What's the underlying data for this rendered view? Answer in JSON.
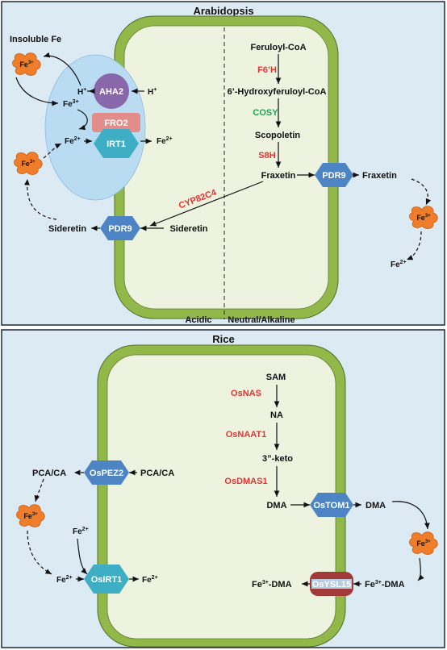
{
  "panel_top": {
    "title": "Arabidopsis",
    "insoluble_fe": "Insoluble Fe",
    "h_plus": "H",
    "fe3": "Fe",
    "fe2": "Fe",
    "sup_plus": "+",
    "sup_3plus": "3+",
    "sup_2plus": "2+",
    "proteins": {
      "aha2": "AHA2",
      "fro2": "FRO2",
      "irt1": "IRT1",
      "pdr9": "PDR9"
    },
    "pathway": {
      "feruloyl_coa": "Feruloyl-CoA",
      "f6h": "F6’H",
      "hydroxyferuloyl_coa": "6’-Hydroxyferuloyl-CoA",
      "cosy": "COSY",
      "scopoletin": "Scopoletin",
      "s8h": "S8H",
      "fraxetin": "Fraxetin",
      "cyp82c4": "CYP82C4",
      "sideretin": "Sideretin"
    },
    "zones": {
      "acidic": "Acidic",
      "neutral": "Neutral/Alkaline"
    }
  },
  "panel_bottom": {
    "title": "Rice",
    "pathway": {
      "sam": "SAM",
      "osnas": "OsNAS",
      "na": "NA",
      "osnaat1": "OsNAAT1",
      "keto": "3”-keto",
      "osdmas1": "OsDMAS1",
      "dma": "DMA",
      "fe3_dma": "-DMA"
    },
    "pca_ca": "PCA/CA",
    "proteins": {
      "ospez2": "OsPEZ2",
      "osirt1": "OsIRT1",
      "ostom1": "OsTOM1",
      "osysl15": "OsYSL15"
    }
  },
  "colors": {
    "panel_bg": "#dcebf3",
    "cell_wall": "#93b84a",
    "cytoplasm": "#eef3e0",
    "transporter": "#4c84c4",
    "irt": "#3eaec4",
    "aha2": "#8a67aa",
    "fro2": "#e28d8b",
    "fe_blob": "#ef7d2a",
    "ysl": "#a23a3a",
    "enzyme_red": "#e8312f",
    "enzyme_green": "#1fa64a"
  }
}
